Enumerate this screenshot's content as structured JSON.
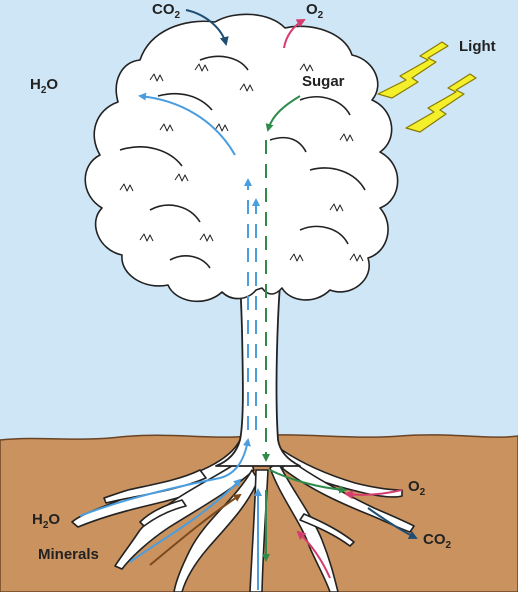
{
  "labels": {
    "co2_top": {
      "main": "CO",
      "sub": "2"
    },
    "o2_top": {
      "main": "O",
      "sub": "2"
    },
    "light": "Light",
    "h2o_left": {
      "main": "H",
      "sub": "2",
      "tail": "O"
    },
    "sugar": "Sugar",
    "o2_root": {
      "main": "O",
      "sub": "2"
    },
    "h2o_root": {
      "main": "H",
      "sub": "2",
      "tail": "O"
    },
    "co2_root": {
      "main": "CO",
      "sub": "2"
    },
    "minerals": "Minerals"
  },
  "colors": {
    "sky": "#cfe6f6",
    "soil": "#c9925e",
    "water": "#4a9ee0",
    "sugar": "#2e8b4a",
    "oxygen": "#d43d6e",
    "co2": "#1f4e73",
    "light": "#f3ef2a",
    "minerals": "#7a4a1e"
  }
}
